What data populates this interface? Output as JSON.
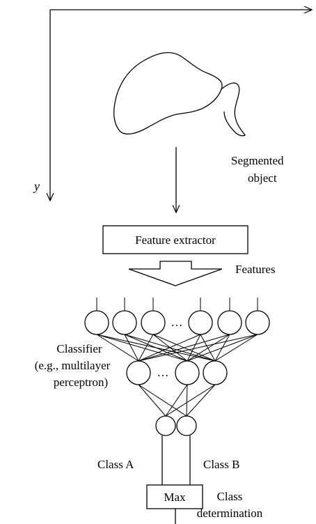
{
  "axes": {
    "y_label": "y"
  },
  "object": {
    "label_line1": "Segmented",
    "label_line2": "object"
  },
  "extractor": {
    "label": "Feature extractor",
    "output_label": "Features"
  },
  "classifier": {
    "label_line1": "Classifier",
    "label_line2": "(e.g., multilayer",
    "label_line3": "perceptron)",
    "input_ellipsis": "…",
    "hidden_ellipsis": "…"
  },
  "outputs": {
    "class_a": "Class A",
    "class_b": "Class B"
  },
  "max_box": {
    "label": "Max"
  },
  "result": {
    "label_line1": "Class",
    "label_line2": "determination"
  }
}
